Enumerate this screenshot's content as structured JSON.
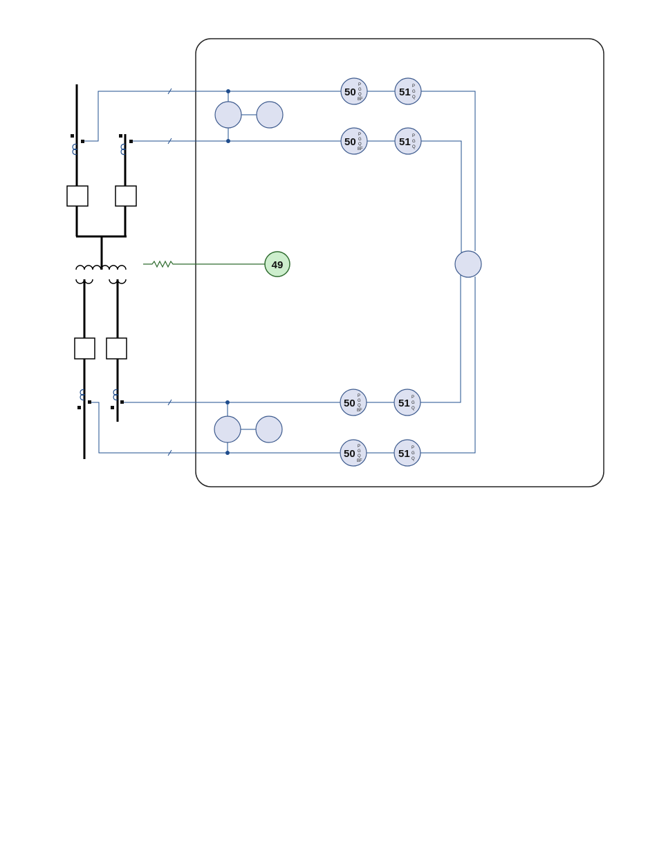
{
  "colors": {
    "wire": "#1e4c8c",
    "relay_fill": "#dde1f1",
    "relay_stroke": "#3e5b8e",
    "thermal_wire": "#2e6b2e",
    "thermal_fill": "#cdeecd",
    "thermal_stroke": "#2e6b2e",
    "power": "#000000",
    "boundary": "#222222"
  },
  "relays": {
    "r1_50": {
      "num": "50",
      "sub": [
        "P",
        "G",
        "Q",
        "BF"
      ]
    },
    "r1_51": {
      "num": "51",
      "sub": [
        "P",
        "G",
        "Q"
      ]
    },
    "r2_50": {
      "num": "50",
      "sub": [
        "P",
        "G",
        "Q",
        "BF"
      ]
    },
    "r2_51": {
      "num": "51",
      "sub": [
        "P",
        "G",
        "Q"
      ]
    },
    "r3_50": {
      "num": "50",
      "sub": [
        "P",
        "G",
        "Q",
        "BF"
      ]
    },
    "r3_51": {
      "num": "51",
      "sub": [
        "P",
        "G",
        "Q"
      ]
    },
    "r4_50": {
      "num": "50",
      "sub": [
        "P",
        "G",
        "Q",
        "BF"
      ]
    },
    "r4_51": {
      "num": "51",
      "sub": [
        "P",
        "G",
        "Q"
      ]
    },
    "thermal": {
      "num": "49"
    }
  }
}
